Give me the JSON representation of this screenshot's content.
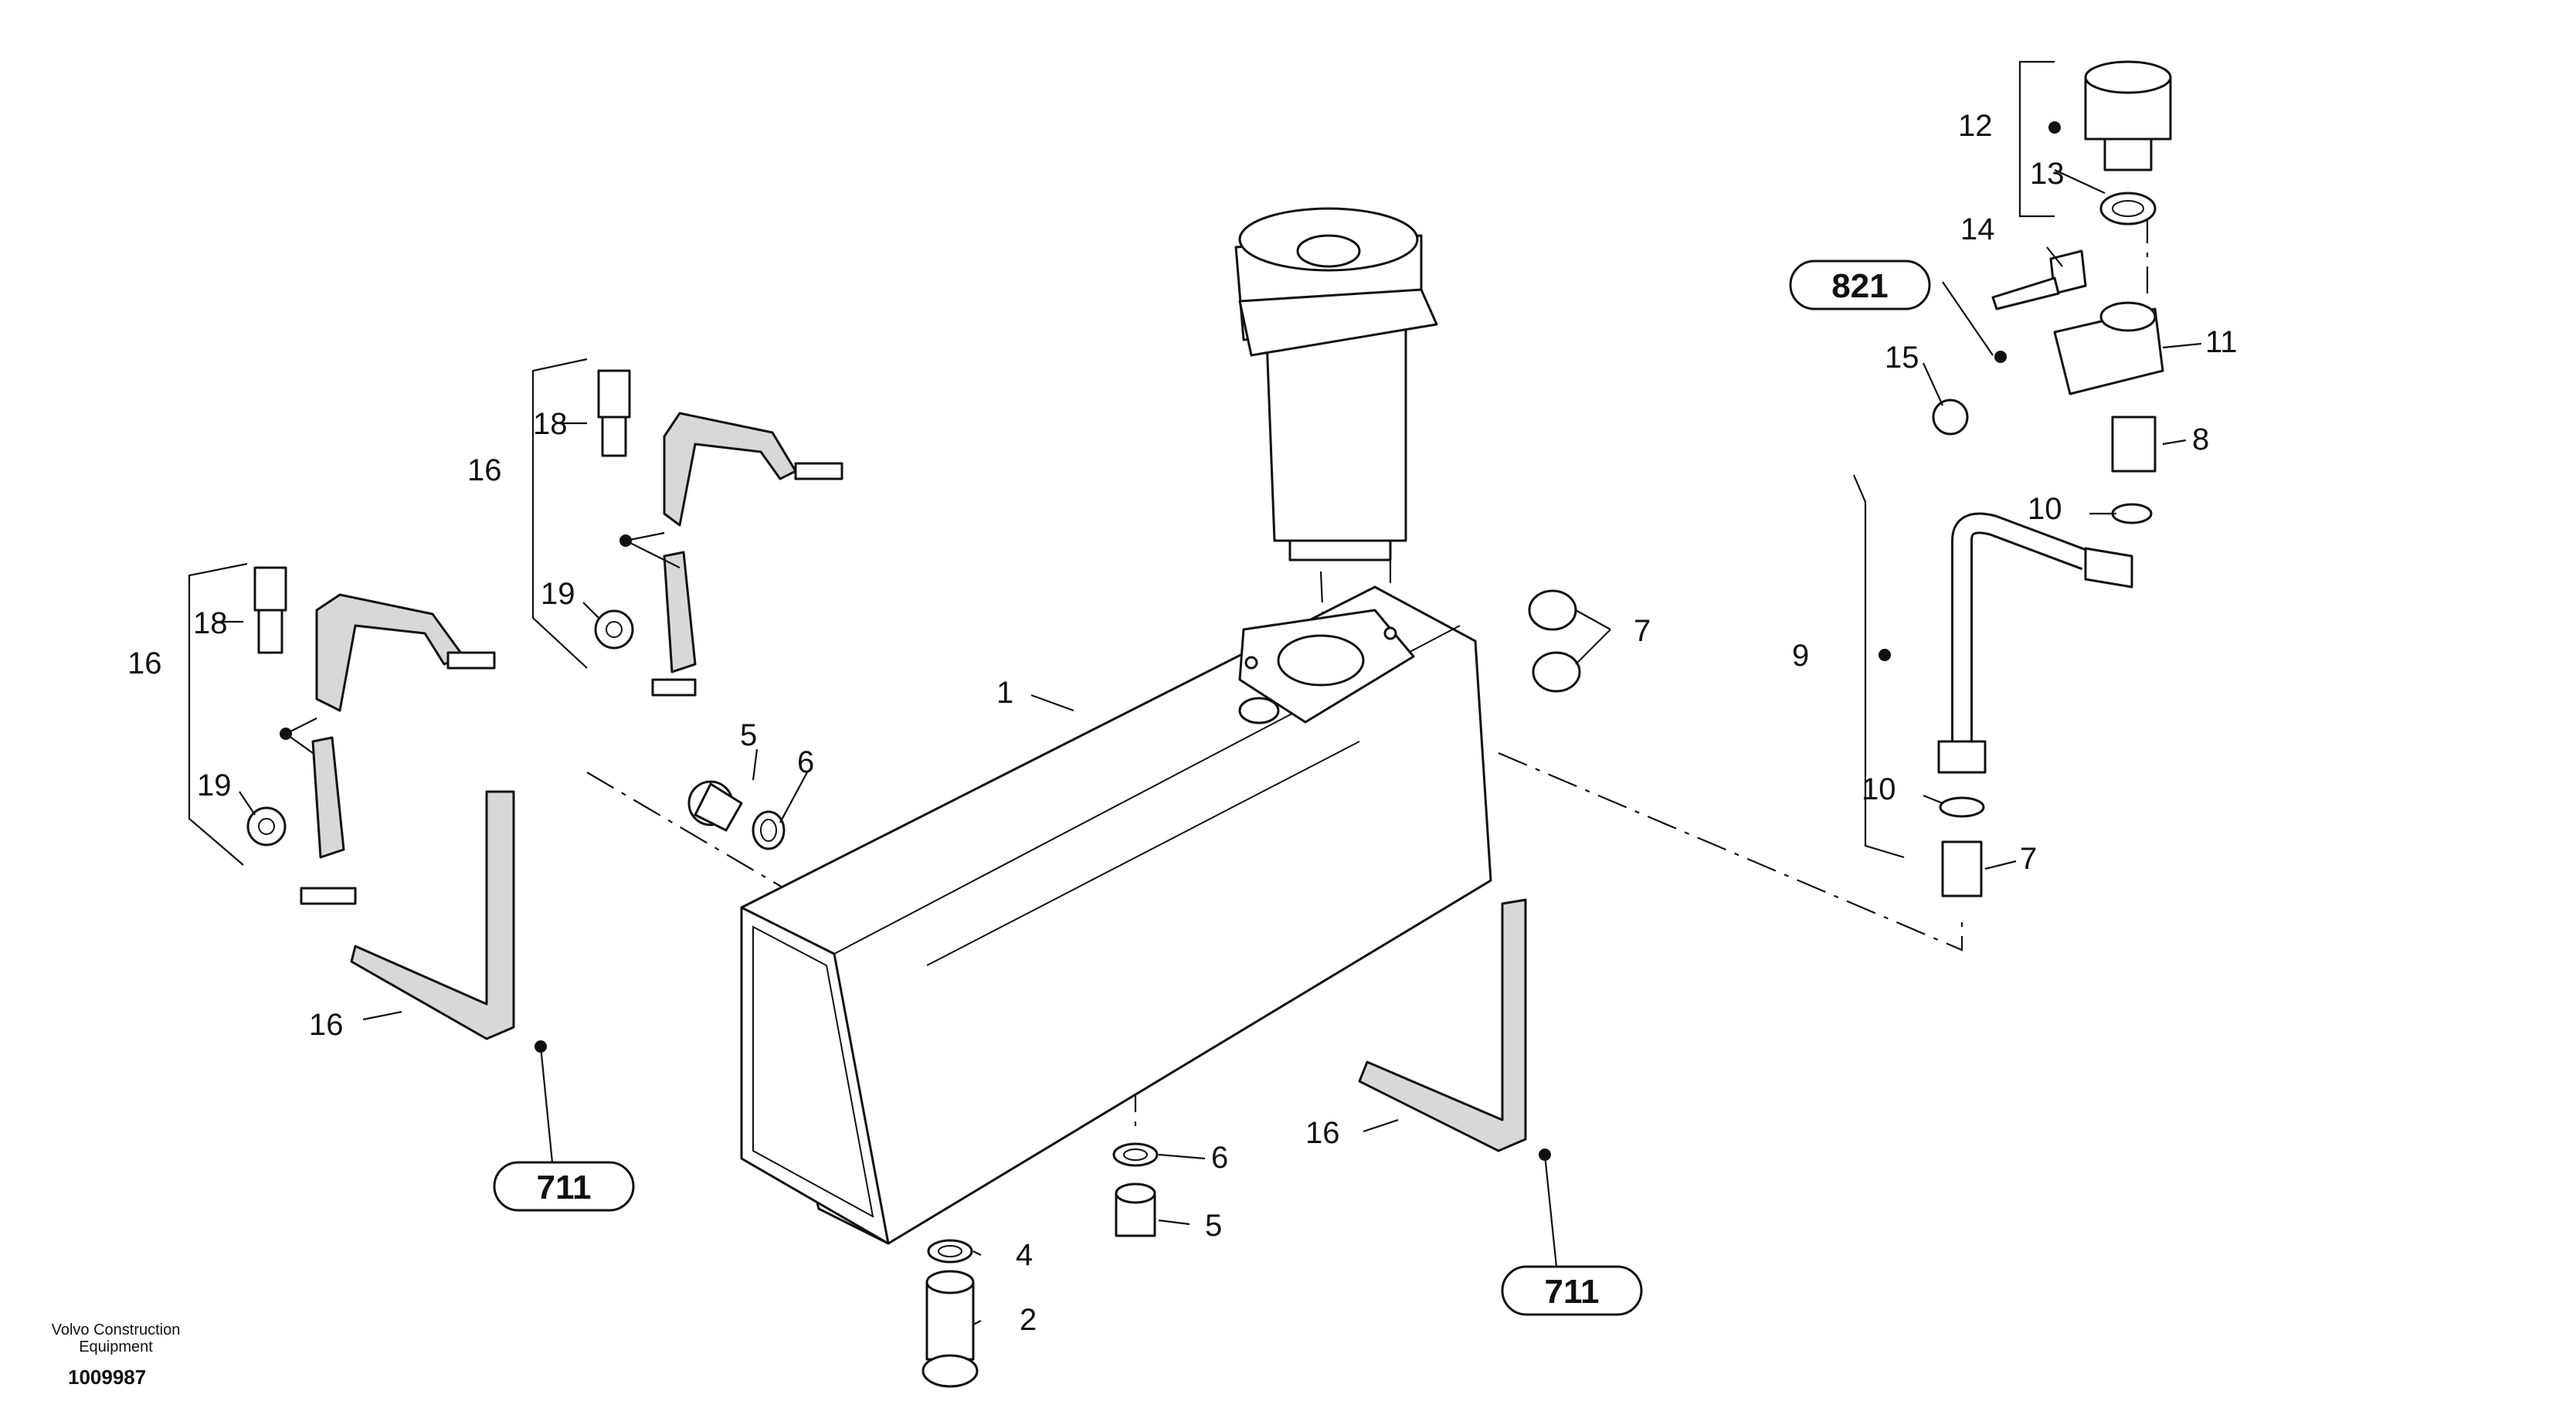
{
  "callouts": {
    "c1": "1",
    "c2": "2",
    "c4": "4",
    "c5a": "5",
    "c5b": "5",
    "c6a": "6",
    "c6b": "6",
    "c7a": "7",
    "c7b": "7",
    "c8": "8",
    "c9": "9",
    "c10a": "10",
    "c10b": "10",
    "c11": "11",
    "c12": "12",
    "c13": "13",
    "c14": "14",
    "c15": "15",
    "c16a": "16",
    "c16b": "16",
    "c16c": "16",
    "c16d": "16",
    "c18a": "18",
    "c18b": "18",
    "c19a": "19",
    "c19b": "19"
  },
  "references": {
    "r711a": "711",
    "r711b": "711",
    "r821": "821"
  },
  "footer": {
    "company_line1": "Volvo Construction",
    "company_line2": "Equipment",
    "drawing_id": "1009987"
  }
}
